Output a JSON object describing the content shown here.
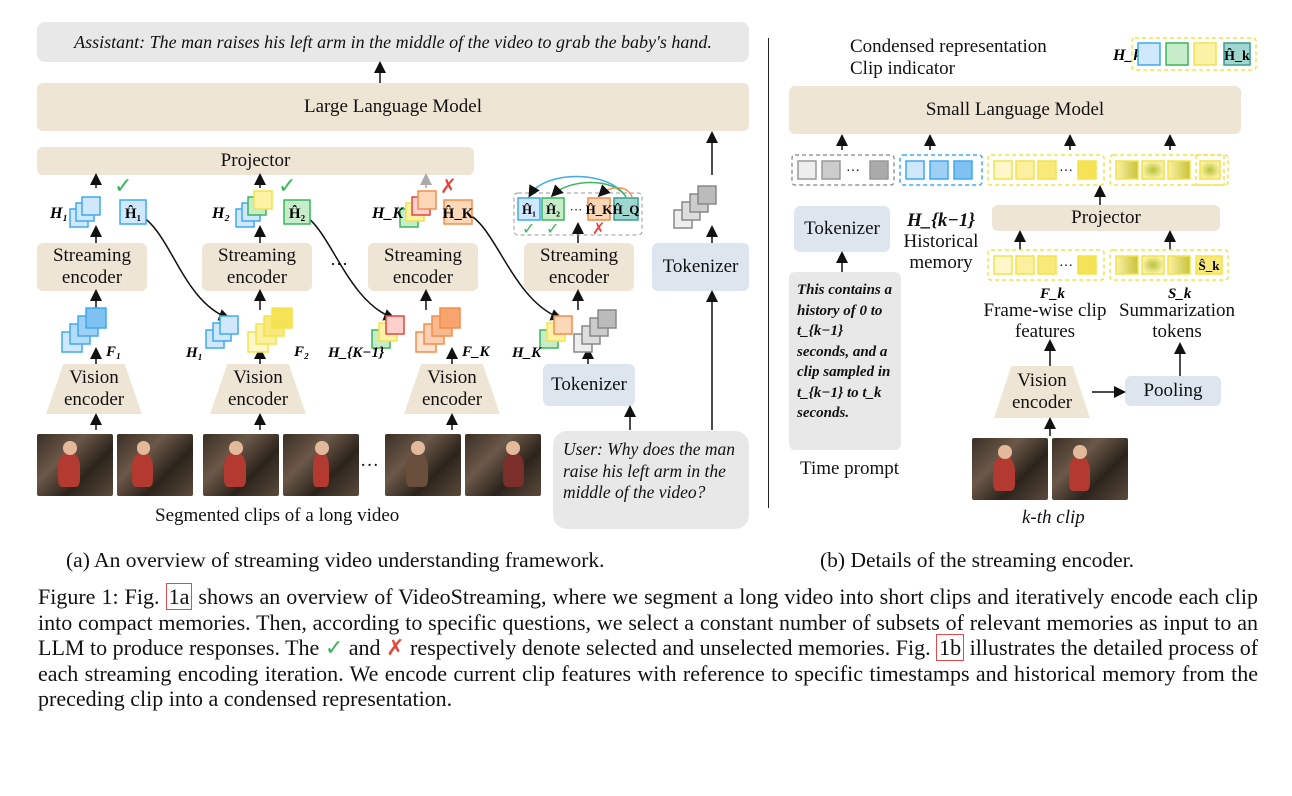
{
  "panel_a": {
    "assistant_text": "Assistant: The man raises his left arm in the middle of the video to grab the baby's hand.",
    "llm_label": "Large Language Model",
    "projector_label": "Projector",
    "streaming_encoder_label": "Streaming encoder",
    "vision_encoder_label": "Vision encoder",
    "tokenizer_label": "Tokenizer",
    "user_text": "User: Why does the man raise his left arm in the middle of the video?",
    "clips_label": "Segmented clips of a long video",
    "ellipsis": "···",
    "stages": [
      {
        "h": "H₁",
        "hhat": "Ĥ₁",
        "f": "F₁",
        "prev": "",
        "status": "selected"
      },
      {
        "h": "H₂",
        "hhat": "Ĥ₂",
        "f": "F₂",
        "prev": "H₁",
        "status": "selected"
      },
      {
        "h": "H_K",
        "hhat": "Ĥ_K",
        "f": "F_K",
        "prev": "H_{K−1}",
        "status": "unselected"
      }
    ],
    "query_stage": {
      "tokens": [
        "Ĥ₁",
        "Ĥ₂",
        "···",
        "Ĥ_K",
        "Ĥ_Q"
      ],
      "marks": [
        "✓",
        "✓",
        "",
        "✗"
      ],
      "input": "H_K"
    },
    "subtitle": "(a) An overview of streaming video understanding framework."
  },
  "panel_b": {
    "legend_line1": "Condensed representation",
    "legend_line2": "Clip indicator",
    "hk_label": "H_k",
    "hhat_label": "Ĥ_k",
    "slm_label": "Small Language Model",
    "tokenizer_label": "Tokenizer",
    "hist_label": "H_{k−1}",
    "hist_text1": "Historical",
    "hist_text2": "memory",
    "projector_label": "Projector",
    "time_prompt_text": "This contains a history of 0 to t_{k−1} seconds, and a clip sampled in t_{k−1} to t_k seconds.",
    "time_prompt_label": "Time prompt",
    "fk_label": "F_k",
    "sk_label": "S_k",
    "shat_label": "Ŝ_k",
    "framewise_label1": "Frame-wise clip",
    "framewise_label2": "features",
    "summ_label1": "Summarization",
    "summ_label2": "tokens",
    "vision_encoder_label": "Vision encoder",
    "pooling_label": "Pooling",
    "clip_label": "k-th clip",
    "subtitle": "(b) Details of the streaming encoder."
  },
  "caption": {
    "prefix": "Figure 1: Fig.",
    "ref1": "1a",
    "part1": "shows an overview of VideoStreaming, where we segment a long video into short clips and iteratively encode each clip into compact memories. Then, according to specific questions, we select a constant number of subsets of relevant memories as input to an LLM to produce responses. The",
    "check": "✓",
    "and": "and",
    "cross": "✗",
    "part2": "respectively denote selected and unselected memories. Fig.",
    "ref2": "1b",
    "part3": "illustrates the detailed process of each streaming encoding iteration. We encode current clip features with reference to specific timestamps and historical memory from the preceding clip into a condensed representation."
  },
  "colors": {
    "blue": "#3fa9f5",
    "green": "#3bb55a",
    "yellow": "#f3e34a",
    "red": "#e4473b",
    "orange": "#f28e4c",
    "grey": "#9b9b9b",
    "beige": "#efe5d5",
    "tokenizer_bg": "#dde6ef"
  }
}
